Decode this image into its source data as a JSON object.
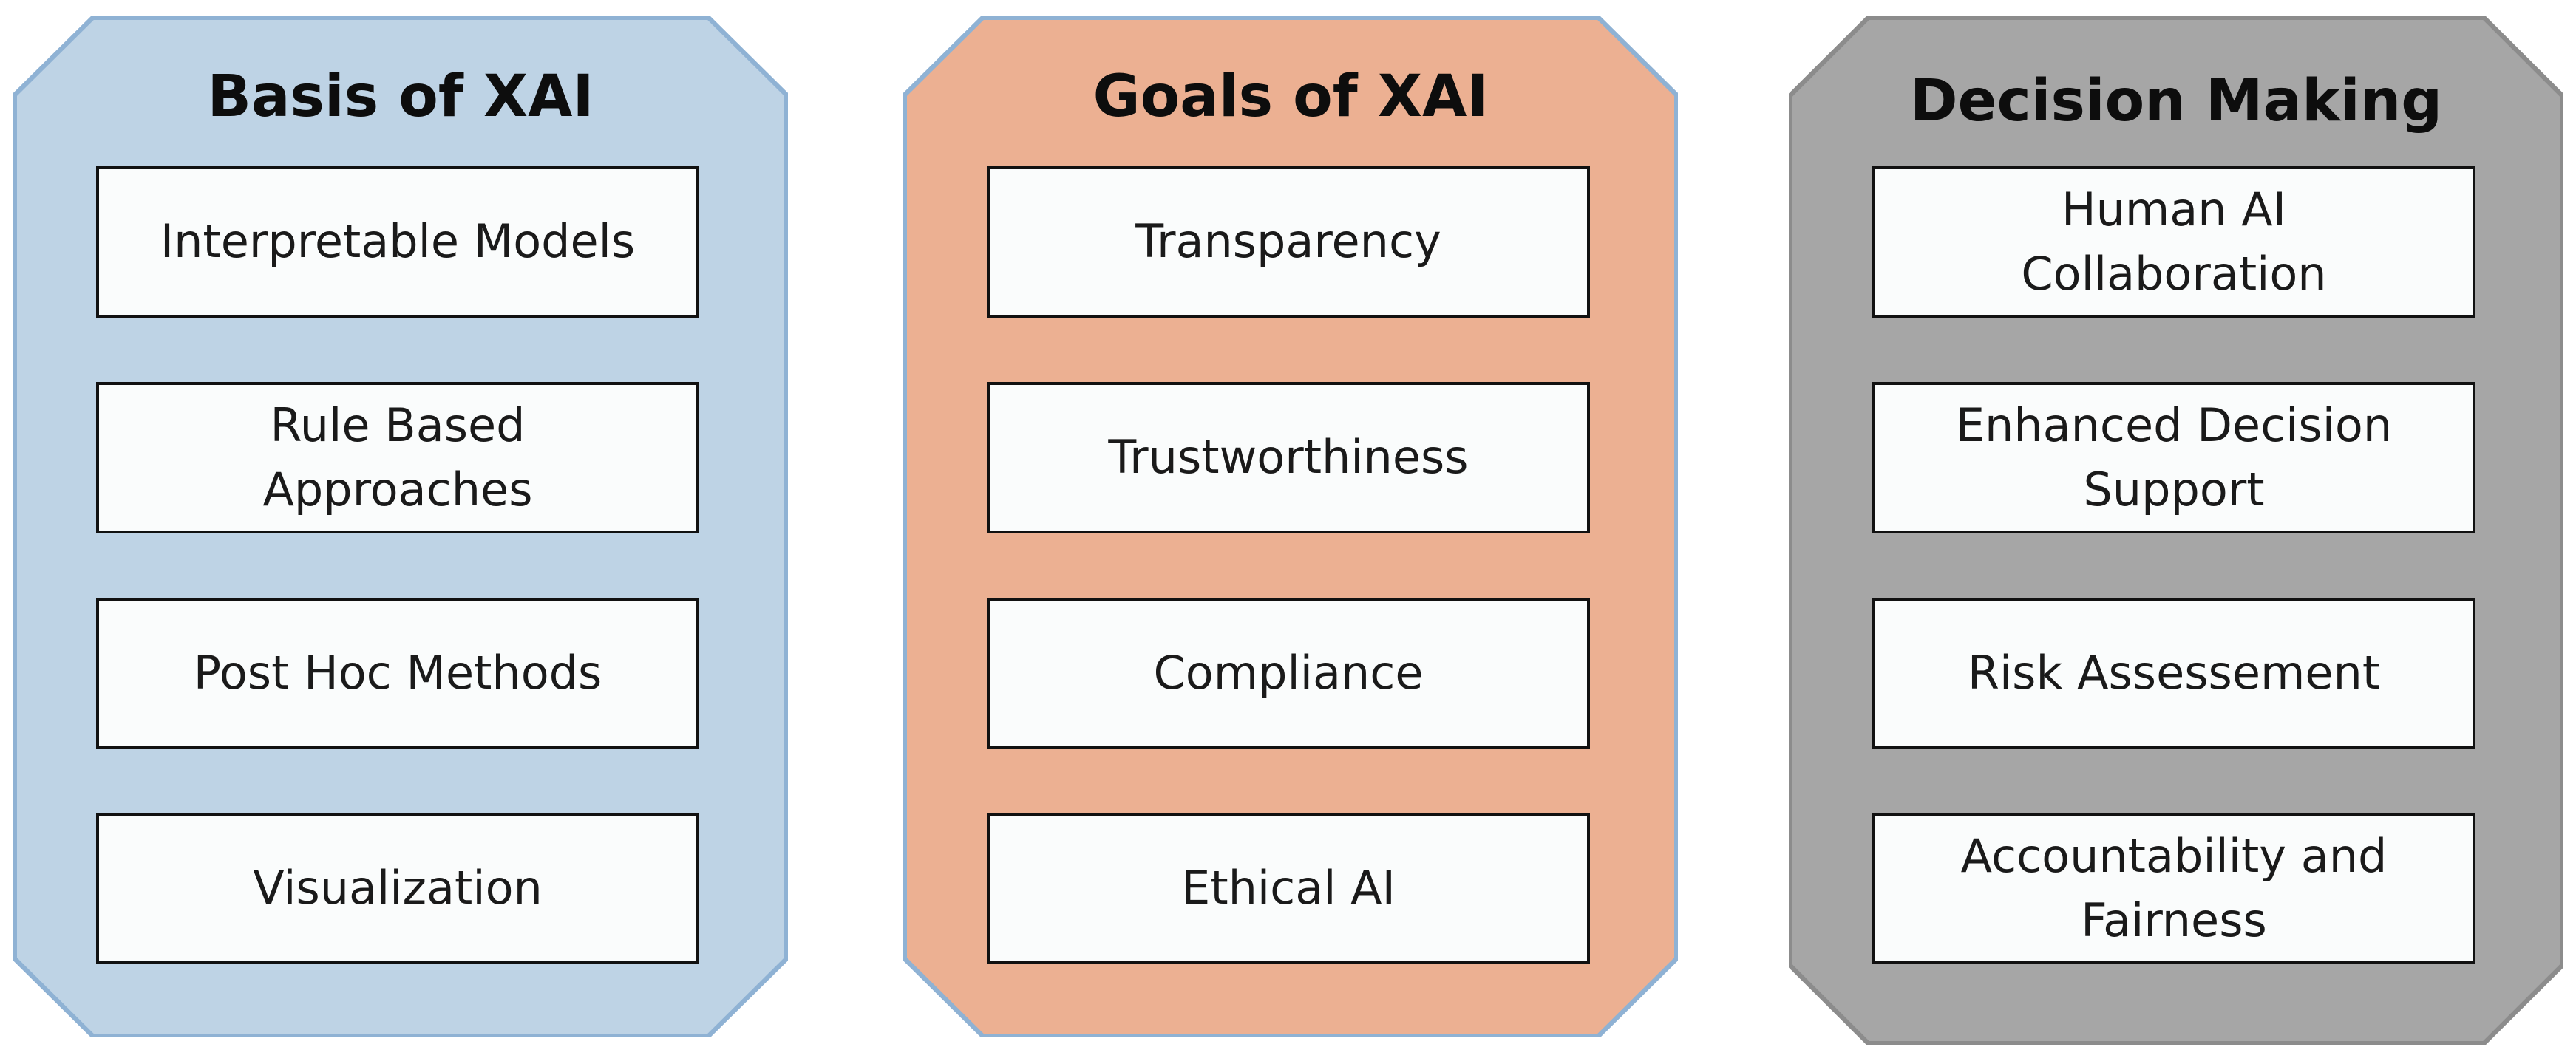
{
  "colors": {
    "basis_fill": "#bed3e5",
    "basis_border": "#8fb2d4",
    "goals_fill": "#ecb092",
    "goals_border": "#8fb2d4",
    "decision_fill": "#a6a6a6",
    "decision_border": "#8c8c8c",
    "box_fill": "#fafcfc",
    "box_border": "#111111"
  },
  "panels": [
    {
      "title": "Basis of XAI",
      "items": [
        "Interpretable Models",
        "Rule Based Approaches",
        "Post Hoc Methods",
        "Visualization"
      ]
    },
    {
      "title": "Goals of XAI",
      "items": [
        "Transparency",
        "Trustworthiness",
        "Compliance",
        "Ethical AI"
      ]
    },
    {
      "title": "Decision Making",
      "items": [
        "Human AI Collaboration",
        "Enhanced Decision Support",
        "Risk Assessement",
        "Accountability and Fairness"
      ]
    }
  ]
}
